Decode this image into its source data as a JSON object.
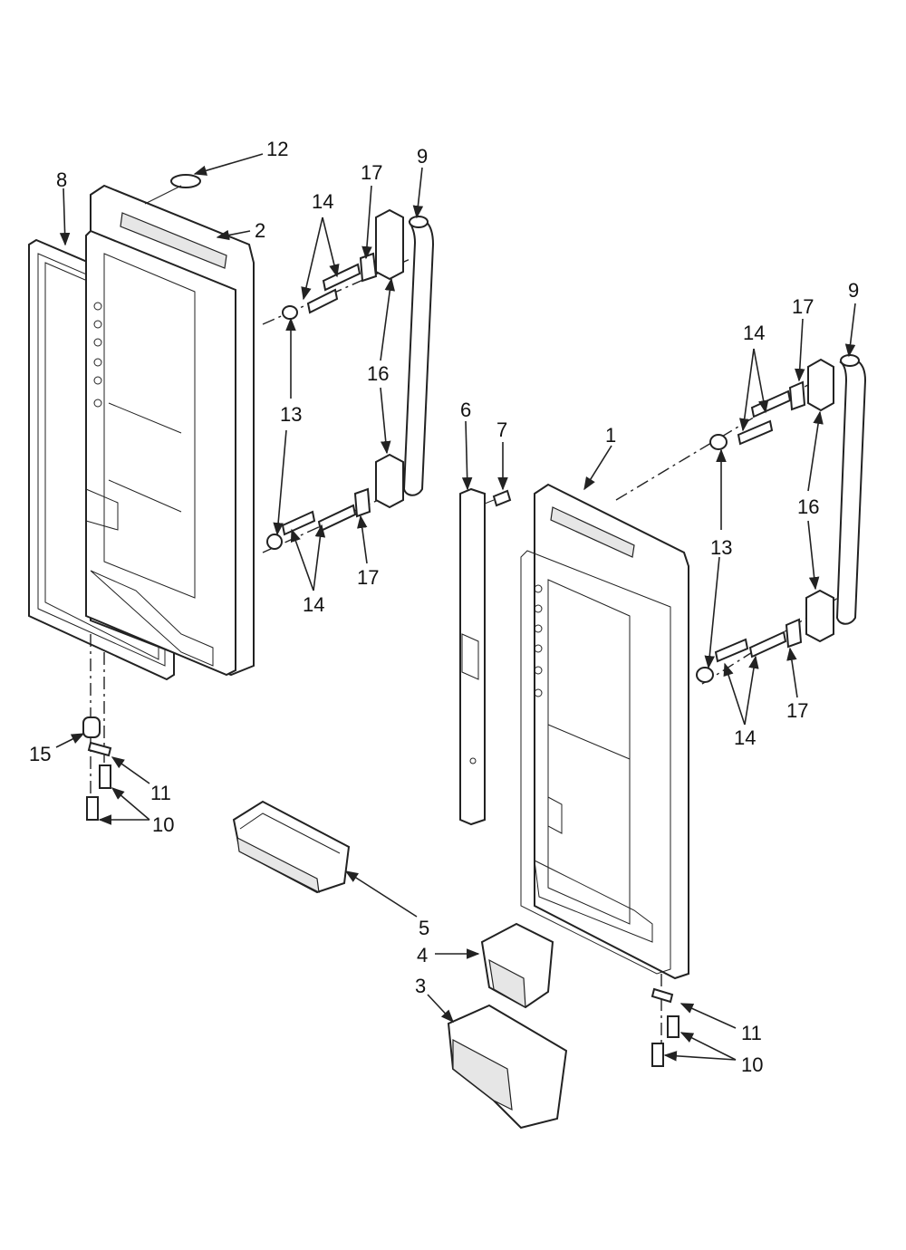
{
  "callouts": [
    {
      "id": "label-12",
      "text": "12"
    },
    {
      "id": "label-8",
      "text": "8"
    },
    {
      "id": "label-2",
      "text": "2"
    },
    {
      "id": "label-14-a",
      "text": "14"
    },
    {
      "id": "label-17-a",
      "text": "17"
    },
    {
      "id": "label-9-a",
      "text": "9"
    },
    {
      "id": "label-13-a",
      "text": "13"
    },
    {
      "id": "label-16-a",
      "text": "16"
    },
    {
      "id": "label-17-b",
      "text": "17"
    },
    {
      "id": "label-14-b",
      "text": "14"
    },
    {
      "id": "label-15",
      "text": "15"
    },
    {
      "id": "label-11-a",
      "text": "11"
    },
    {
      "id": "label-10-a",
      "text": "10"
    },
    {
      "id": "label-6",
      "text": "6"
    },
    {
      "id": "label-7",
      "text": "7"
    },
    {
      "id": "label-1",
      "text": "1"
    },
    {
      "id": "label-9-b",
      "text": "9"
    },
    {
      "id": "label-17-c",
      "text": "17"
    },
    {
      "id": "label-14-c",
      "text": "14"
    },
    {
      "id": "label-16-b",
      "text": "16"
    },
    {
      "id": "label-13-b",
      "text": "13"
    },
    {
      "id": "label-17-d",
      "text": "17"
    },
    {
      "id": "label-14-d",
      "text": "14"
    },
    {
      "id": "label-5",
      "text": "5"
    },
    {
      "id": "label-4",
      "text": "4"
    },
    {
      "id": "label-3",
      "text": "3"
    },
    {
      "id": "label-11-b",
      "text": "11"
    },
    {
      "id": "label-10-b",
      "text": "10"
    }
  ]
}
